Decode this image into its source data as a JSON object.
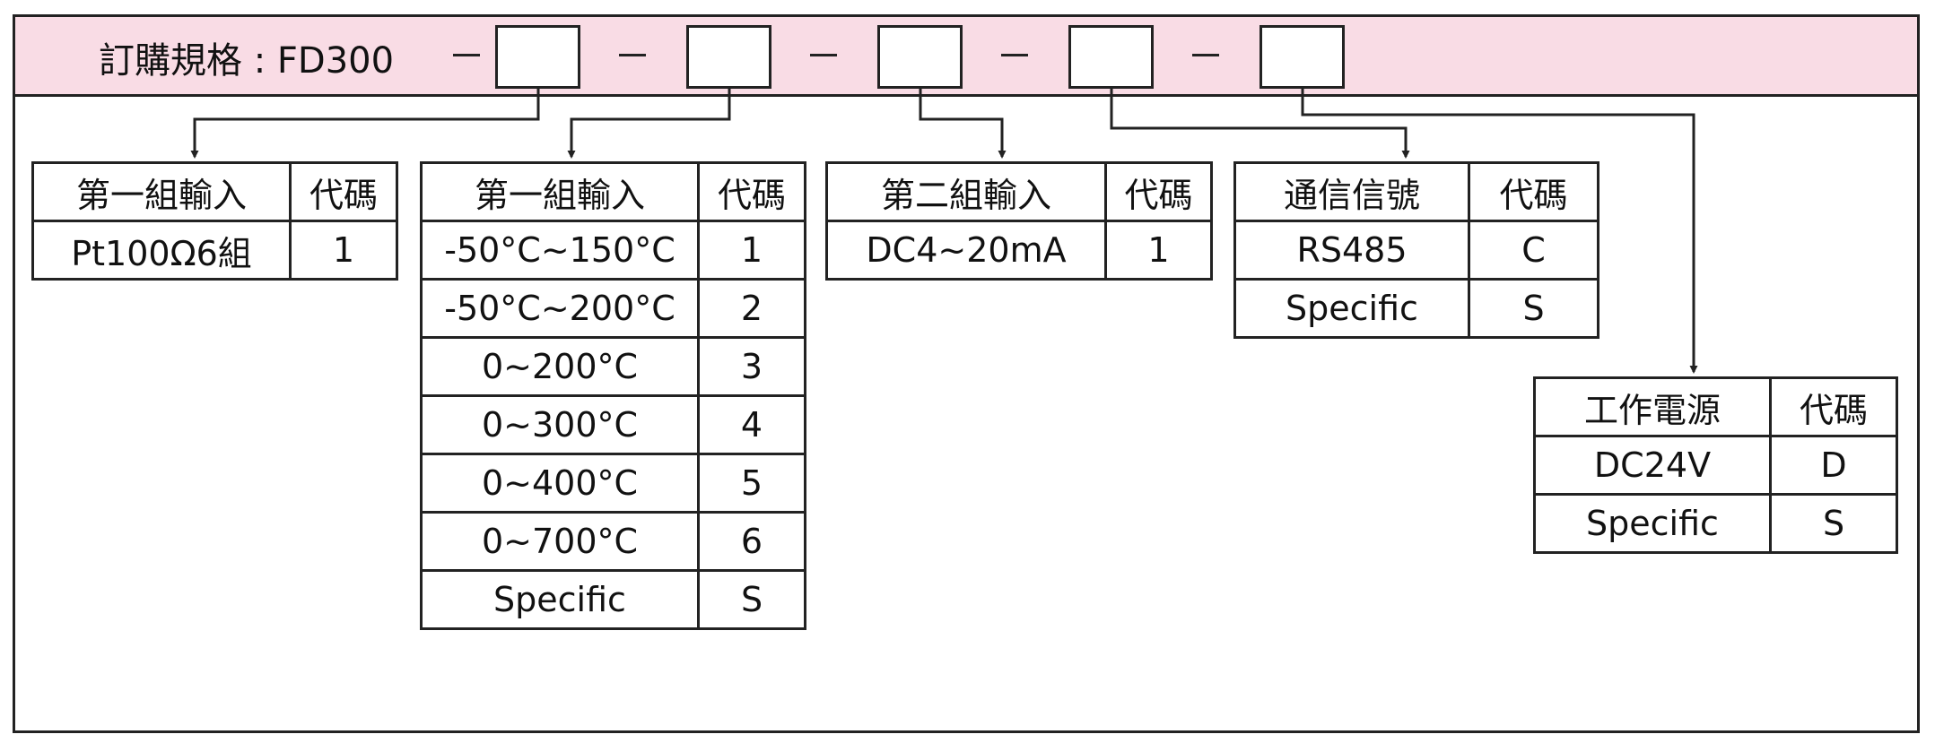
{
  "header": {
    "order_label": "訂購規格 : FD300",
    "background_color": "#f9dce5"
  },
  "tables": [
    {
      "header": [
        "第一組輸入",
        "代碼"
      ],
      "rows": [
        [
          "Pt100Ω6組",
          "1"
        ]
      ]
    },
    {
      "header": [
        "第一組輸入",
        "代碼"
      ],
      "rows": [
        [
          "-50°C~150°C",
          "1"
        ],
        [
          "-50°C~200°C",
          "2"
        ],
        [
          "0~200°C",
          "3"
        ],
        [
          "0~300°C",
          "4"
        ],
        [
          "0~400°C",
          "5"
        ],
        [
          "0~700°C",
          "6"
        ],
        [
          "Specific",
          "S"
        ]
      ]
    },
    {
      "header": [
        "第二組輸入",
        "代碼"
      ],
      "rows": [
        [
          "DC4~20mA",
          "1"
        ]
      ]
    },
    {
      "header": [
        "通信信號",
        "代碼"
      ],
      "rows": [
        [
          "RS485",
          "C"
        ],
        [
          "Specific",
          "S"
        ]
      ]
    },
    {
      "header": [
        "工作電源",
        "代碼"
      ],
      "rows": [
        [
          "DC24V",
          "D"
        ],
        [
          "Specific",
          "S"
        ]
      ]
    }
  ]
}
